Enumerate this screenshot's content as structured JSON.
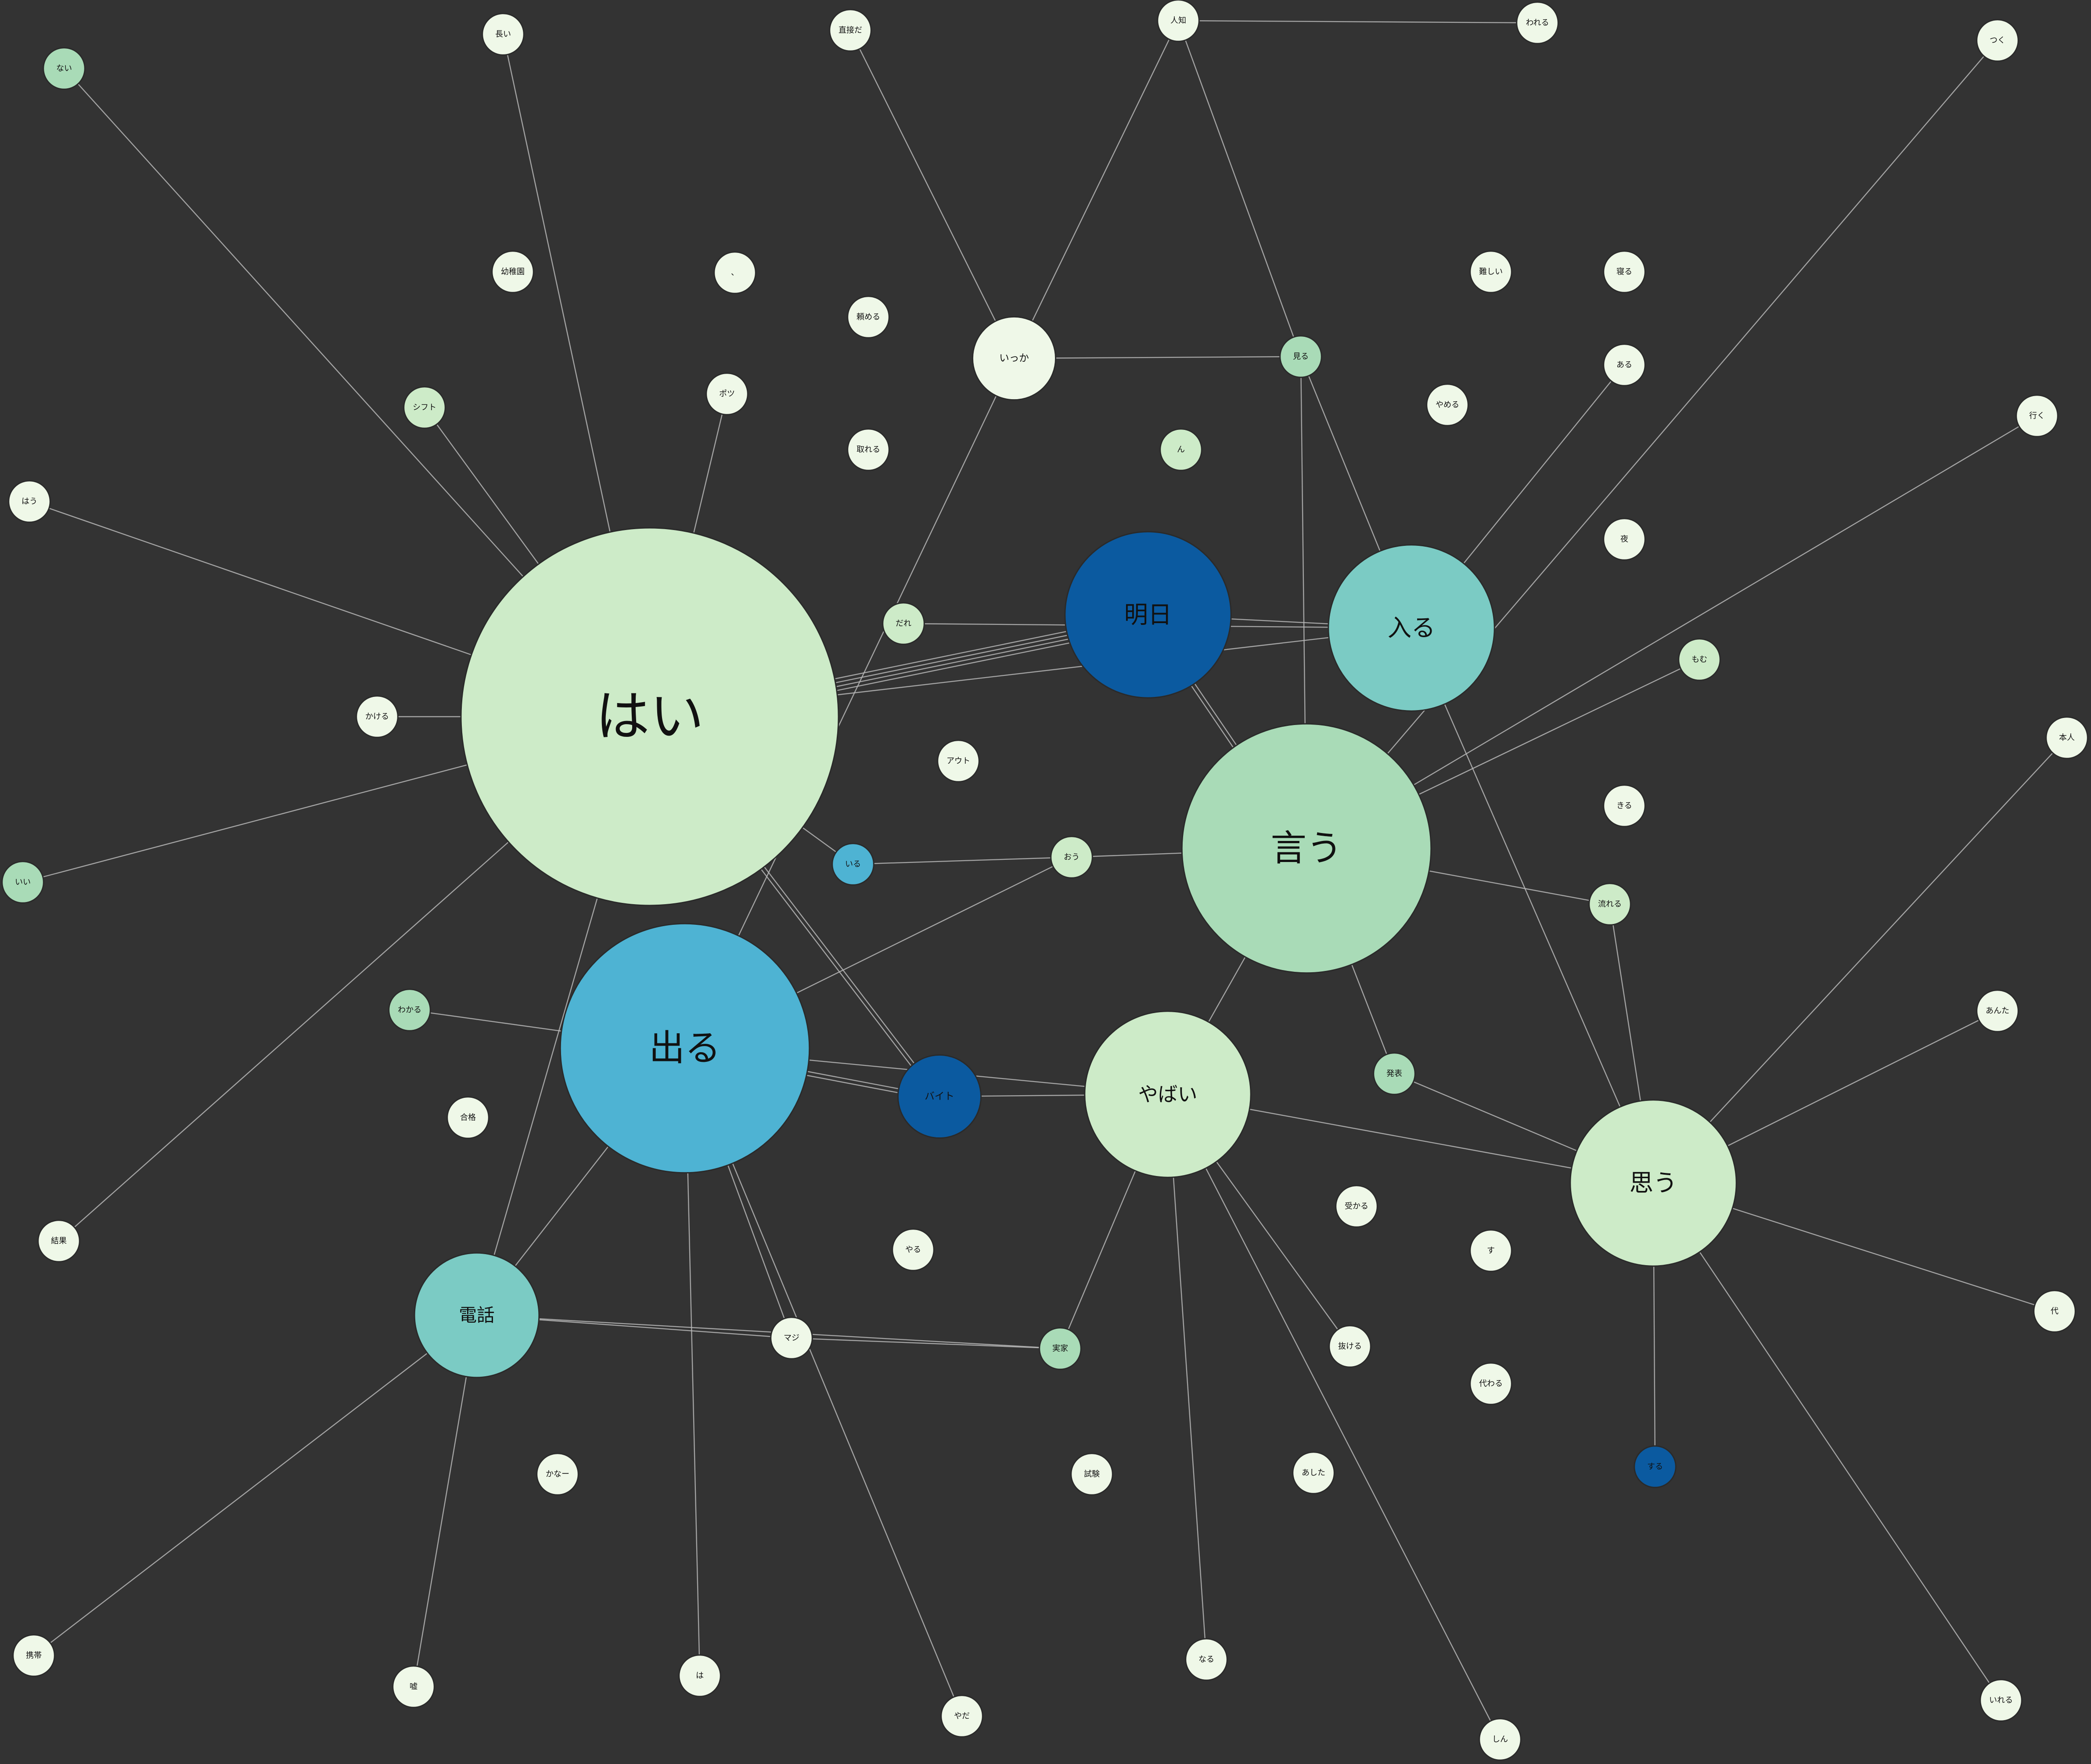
{
  "colors": {
    "background": "#333333",
    "edge": "#b8b8b8",
    "palette": {
      "pale": "#eff8e8",
      "light": "#cdebc8",
      "green": "#a9dbb7",
      "teal": "#7bcbc4",
      "sky": "#4eb3d3",
      "blue": "#0b5aa0"
    }
  },
  "nodes": [
    {
      "id": "hai",
      "label": "はい",
      "size": 100,
      "color": "light"
    },
    {
      "id": "deru",
      "label": "出る",
      "size": 66,
      "color": "sky"
    },
    {
      "id": "iu",
      "label": "言う",
      "size": 66,
      "color": "green"
    },
    {
      "id": "ashita",
      "label": "明日",
      "size": 44,
      "color": "blue"
    },
    {
      "id": "hairu",
      "label": "入る",
      "size": 44,
      "color": "teal"
    },
    {
      "id": "yabai",
      "label": "やばい",
      "size": 44,
      "color": "light"
    },
    {
      "id": "omou",
      "label": "思う",
      "size": 44,
      "color": "light"
    },
    {
      "id": "denwa",
      "label": "電話",
      "size": 33,
      "color": "teal"
    },
    {
      "id": "baito",
      "label": "バイト",
      "size": 22,
      "color": "blue"
    },
    {
      "id": "ikka",
      "label": "いっか",
      "size": 22,
      "color": "pale"
    },
    {
      "id": "iru",
      "label": "いる",
      "size": 11,
      "color": "sky"
    },
    {
      "id": "suru",
      "label": "する",
      "size": 11,
      "color": "blue"
    },
    {
      "id": "nai",
      "label": "ない",
      "size": 11,
      "color": "green"
    },
    {
      "id": "nagai",
      "label": "長い",
      "size": 11,
      "color": "pale"
    },
    {
      "id": "chokusetsu",
      "label": "直接だ",
      "size": 11,
      "color": "pale"
    },
    {
      "id": "hitoshiru",
      "label": "人知",
      "size": 11,
      "color": "pale"
    },
    {
      "id": "wareru",
      "label": "われる",
      "size": 11,
      "color": "pale"
    },
    {
      "id": "tsuku",
      "label": "つく",
      "size": 11,
      "color": "pale"
    },
    {
      "id": "youchien",
      "label": "幼稚園",
      "size": 11,
      "color": "pale"
    },
    {
      "id": "dot",
      "label": "、",
      "size": 11,
      "color": "pale"
    },
    {
      "id": "tanomeru",
      "label": "頼める",
      "size": 11,
      "color": "pale"
    },
    {
      "id": "muzukashii",
      "label": "難しい",
      "size": 11,
      "color": "pale"
    },
    {
      "id": "neru",
      "label": "寝る",
      "size": 11,
      "color": "pale"
    },
    {
      "id": "miru",
      "label": "見る",
      "size": 11,
      "color": "green"
    },
    {
      "id": "aru",
      "label": "ある",
      "size": 11,
      "color": "pale"
    },
    {
      "id": "shifuto",
      "label": "シフト",
      "size": 11,
      "color": "light"
    },
    {
      "id": "potsu",
      "label": "ポツ",
      "size": 11,
      "color": "pale"
    },
    {
      "id": "toreru",
      "label": "取れる",
      "size": 11,
      "color": "pale"
    },
    {
      "id": "n",
      "label": "ん",
      "size": 11,
      "color": "light"
    },
    {
      "id": "yameru",
      "label": "やめる",
      "size": 11,
      "color": "pale"
    },
    {
      "id": "iku",
      "label": "行く",
      "size": 11,
      "color": "pale"
    },
    {
      "id": "hau",
      "label": "はう",
      "size": 11,
      "color": "pale"
    },
    {
      "id": "yoru",
      "label": "夜",
      "size": 11,
      "color": "pale"
    },
    {
      "id": "dare",
      "label": "だれ",
      "size": 11,
      "color": "light"
    },
    {
      "id": "momu",
      "label": "もむ",
      "size": 11,
      "color": "light"
    },
    {
      "id": "kakeru",
      "label": "かける",
      "size": 11,
      "color": "pale"
    },
    {
      "id": "auto",
      "label": "アウト",
      "size": 11,
      "color": "pale"
    },
    {
      "id": "honnin",
      "label": "本人",
      "size": 11,
      "color": "pale"
    },
    {
      "id": "kiru",
      "label": "きる",
      "size": 11,
      "color": "pale"
    },
    {
      "id": "ou",
      "label": "おう",
      "size": 11,
      "color": "light"
    },
    {
      "id": "ii",
      "label": "いい",
      "size": 11,
      "color": "green"
    },
    {
      "id": "nagareru",
      "label": "流れる",
      "size": 11,
      "color": "light"
    },
    {
      "id": "wakaru",
      "label": "わかる",
      "size": 11,
      "color": "green"
    },
    {
      "id": "anta",
      "label": "あんた",
      "size": 11,
      "color": "pale"
    },
    {
      "id": "happyou",
      "label": "発表",
      "size": 11,
      "color": "green"
    },
    {
      "id": "goukaku",
      "label": "合格",
      "size": 11,
      "color": "pale"
    },
    {
      "id": "kekka",
      "label": "結果",
      "size": 11,
      "color": "pale"
    },
    {
      "id": "ukaru",
      "label": "受かる",
      "size": 11,
      "color": "pale"
    },
    {
      "id": "yaru",
      "label": "やる",
      "size": 11,
      "color": "pale"
    },
    {
      "id": "su",
      "label": "す",
      "size": 11,
      "color": "pale"
    },
    {
      "id": "dai",
      "label": "代",
      "size": 11,
      "color": "pale"
    },
    {
      "id": "maji",
      "label": "マジ",
      "size": 11,
      "color": "pale"
    },
    {
      "id": "jikka",
      "label": "実家",
      "size": 11,
      "color": "green"
    },
    {
      "id": "nukeru",
      "label": "抜ける",
      "size": 11,
      "color": "pale"
    },
    {
      "id": "kawaru",
      "label": "代わる",
      "size": 11,
      "color": "pale"
    },
    {
      "id": "kanaa",
      "label": "かなー",
      "size": 11,
      "color": "pale"
    },
    {
      "id": "shiken",
      "label": "試験",
      "size": 11,
      "color": "pale"
    },
    {
      "id": "ashita2",
      "label": "あした",
      "size": 11,
      "color": "pale"
    },
    {
      "id": "keitai",
      "label": "携帯",
      "size": 11,
      "color": "pale"
    },
    {
      "id": "uso",
      "label": "嘘",
      "size": 11,
      "color": "pale"
    },
    {
      "id": "ha",
      "label": "は",
      "size": 11,
      "color": "pale"
    },
    {
      "id": "naru",
      "label": "なる",
      "size": 11,
      "color": "pale"
    },
    {
      "id": "yada",
      "label": "やだ",
      "size": 11,
      "color": "pale"
    },
    {
      "id": "shin",
      "label": "しん",
      "size": 11,
      "color": "pale"
    },
    {
      "id": "ireru",
      "label": "いれる",
      "size": 11,
      "color": "pale"
    }
  ],
  "edges": [
    [
      "hai",
      "nai"
    ],
    [
      "hai",
      "nagai"
    ],
    [
      "hai",
      "shifuto"
    ],
    [
      "hai",
      "potsu"
    ],
    [
      "hai",
      "hau"
    ],
    [
      "hai",
      "kakeru"
    ],
    [
      "hai",
      "ii"
    ],
    [
      "hai",
      "kekka"
    ],
    [
      "hai",
      "denwa"
    ],
    [
      "hai",
      "iru"
    ],
    [
      "hai",
      "baito"
    ],
    [
      "hai",
      "baito"
    ],
    [
      "hai",
      "ashita"
    ],
    [
      "hai",
      "ashita"
    ],
    [
      "hai",
      "ashita"
    ],
    [
      "hai",
      "ashita"
    ],
    [
      "hai",
      "hairu"
    ],
    [
      "deru",
      "ikka"
    ],
    [
      "ikka",
      "hitoshiru"
    ],
    [
      "ikka",
      "miru"
    ],
    [
      "ikka",
      "chokusetsu"
    ],
    [
      "hitoshiru",
      "wareru"
    ],
    [
      "hitoshiru",
      "miru"
    ],
    [
      "miru",
      "iu"
    ],
    [
      "miru",
      "hairu"
    ],
    [
      "hairu",
      "aru"
    ],
    [
      "iu",
      "tsuku"
    ],
    [
      "iu",
      "iku"
    ],
    [
      "iu",
      "momu"
    ],
    [
      "ashita",
      "iu"
    ],
    [
      "ashita",
      "iu"
    ],
    [
      "ashita",
      "hairu"
    ],
    [
      "dare",
      "hairu"
    ],
    [
      "iu",
      "ou"
    ],
    [
      "ou",
      "iru"
    ],
    [
      "ou",
      "deru"
    ],
    [
      "iu",
      "yabai"
    ],
    [
      "iu",
      "happyou"
    ],
    [
      "iu",
      "nagareru"
    ],
    [
      "nagareru",
      "omou"
    ],
    [
      "hairu",
      "omou"
    ],
    [
      "happyou",
      "omou"
    ],
    [
      "yabai",
      "omou"
    ],
    [
      "omou",
      "honnin"
    ],
    [
      "omou",
      "anta"
    ],
    [
      "omou",
      "dai"
    ],
    [
      "omou",
      "ireru"
    ],
    [
      "omou",
      "suru"
    ],
    [
      "deru",
      "wakaru"
    ],
    [
      "deru",
      "baito"
    ],
    [
      "deru",
      "baito"
    ],
    [
      "deru",
      "yabai"
    ],
    [
      "baito",
      "yabai"
    ],
    [
      "deru",
      "denwa"
    ],
    [
      "deru",
      "ha"
    ],
    [
      "deru",
      "maji"
    ],
    [
      "deru",
      "yada"
    ],
    [
      "denwa",
      "maji"
    ],
    [
      "denwa",
      "jikka"
    ],
    [
      "maji",
      "jikka"
    ],
    [
      "denwa",
      "keitai"
    ],
    [
      "denwa",
      "uso"
    ],
    [
      "yabai",
      "jikka"
    ],
    [
      "yabai",
      "naru"
    ],
    [
      "yabai",
      "shin"
    ],
    [
      "yabai",
      "nukeru"
    ]
  ]
}
